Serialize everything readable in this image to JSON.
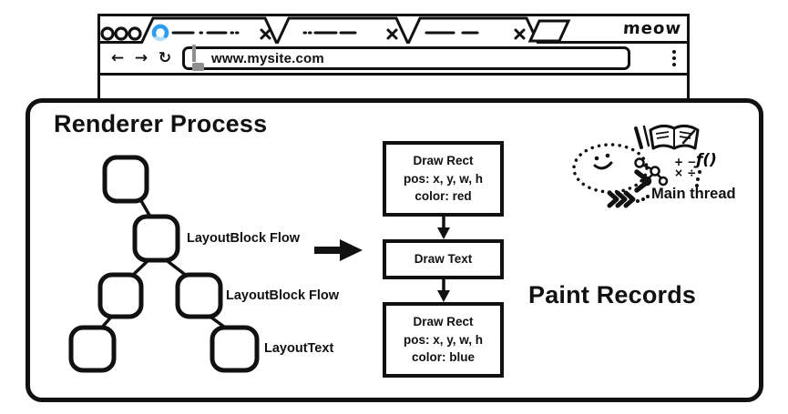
{
  "window": {
    "brand": "meow",
    "url": "www.mysite.com",
    "tabs": [
      {
        "label": "tab-1 (loading, scribble title)",
        "loading": true
      },
      {
        "label": "tab-2 (scribble title)",
        "loading": false
      },
      {
        "label": "tab-3 (scribble title)",
        "loading": false
      }
    ]
  },
  "icons": {
    "back": "←",
    "forward": "→",
    "reload": "↻"
  },
  "renderer": {
    "title": "Renderer Process",
    "tree": {
      "labels": [
        "LayoutBlock Flow",
        "LayoutBlock Flow",
        "LayoutText"
      ]
    },
    "paint": {
      "heading": "Paint Records",
      "boxes": [
        {
          "lines": [
            "Draw Rect",
            "pos: x, y, w, h",
            "color: red"
          ]
        },
        {
          "lines": [
            "Draw Text"
          ]
        },
        {
          "lines": [
            "Draw Rect",
            "pos: x, y, w, h",
            "color: blue"
          ]
        }
      ]
    },
    "main_thread": {
      "label": "Main thread",
      "math_row_1": "+ −",
      "math_row_2": "× ÷",
      "function_glyph": "ƒ()"
    }
  },
  "colors": {
    "ink": "#111111",
    "spinner_blue": "#2f9ceb",
    "spinner_blue_light": "#b5dbf7",
    "lock_gray": "#8f8f8f"
  }
}
